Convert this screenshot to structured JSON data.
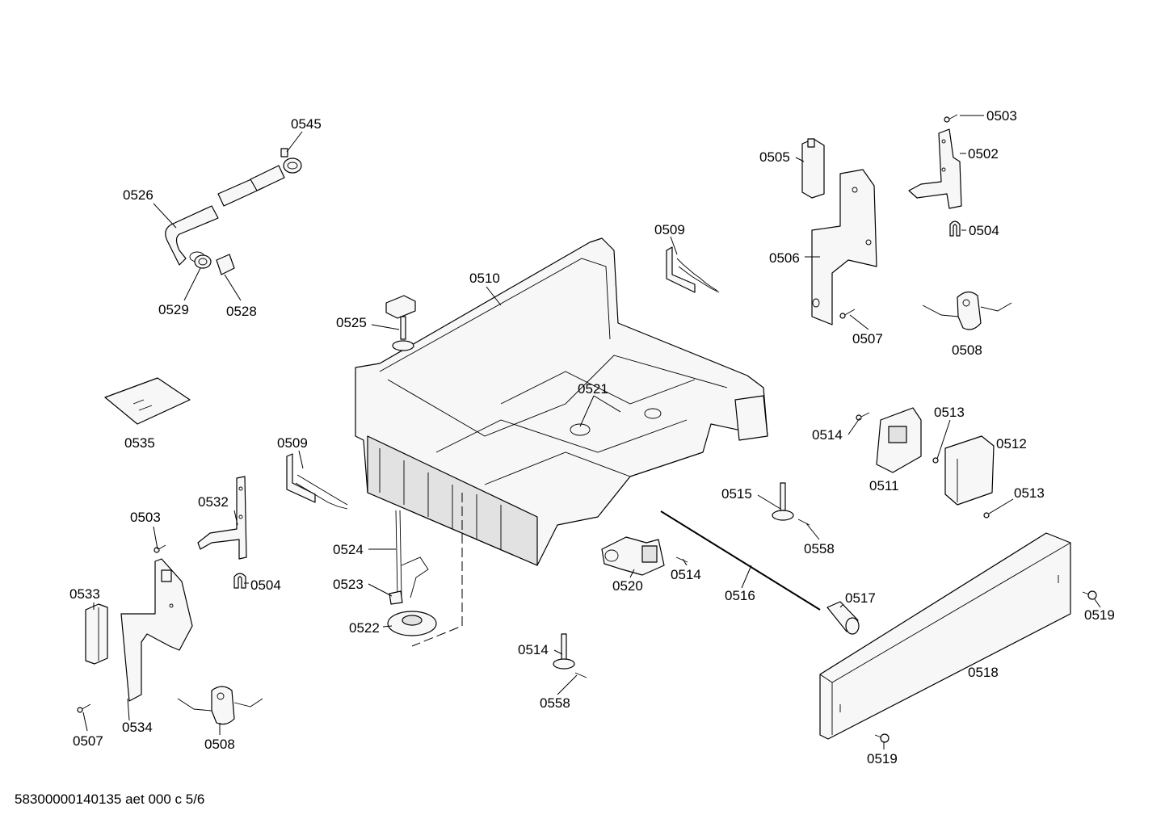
{
  "footer": "58300000140135 aet 000 c 5/6",
  "labels": {
    "l0545": "0545",
    "l0526": "0526",
    "l0529": "0529",
    "l0528": "0528",
    "l0525": "0525",
    "l0510": "0510",
    "l0509a": "0509",
    "l0535": "0535",
    "l0509b": "0509",
    "l0532": "0532",
    "l0503a": "0503",
    "l0504a": "0504",
    "l0533": "0533",
    "l0534": "0534",
    "l0507a": "0507",
    "l0508a": "0508",
    "l0524": "0524",
    "l0523": "0523",
    "l0522": "0522",
    "l0521": "0521",
    "l0503b": "0503",
    "l0505": "0505",
    "l0502": "0502",
    "l0504b": "0504",
    "l0506": "0506",
    "l0507b": "0507",
    "l0508b": "0508",
    "l0514a": "0514",
    "l0513a": "0513",
    "l0512": "0512",
    "l0511": "0511",
    "l0513b": "0513",
    "l0515": "0515",
    "l0558a": "0558",
    "l0520": "0520",
    "l0514b": "0514",
    "l0516": "0516",
    "l0517": "0517",
    "l0519a": "0519",
    "l0514c": "0514",
    "l0558b": "0558",
    "l0518": "0518",
    "l0519b": "0519"
  }
}
